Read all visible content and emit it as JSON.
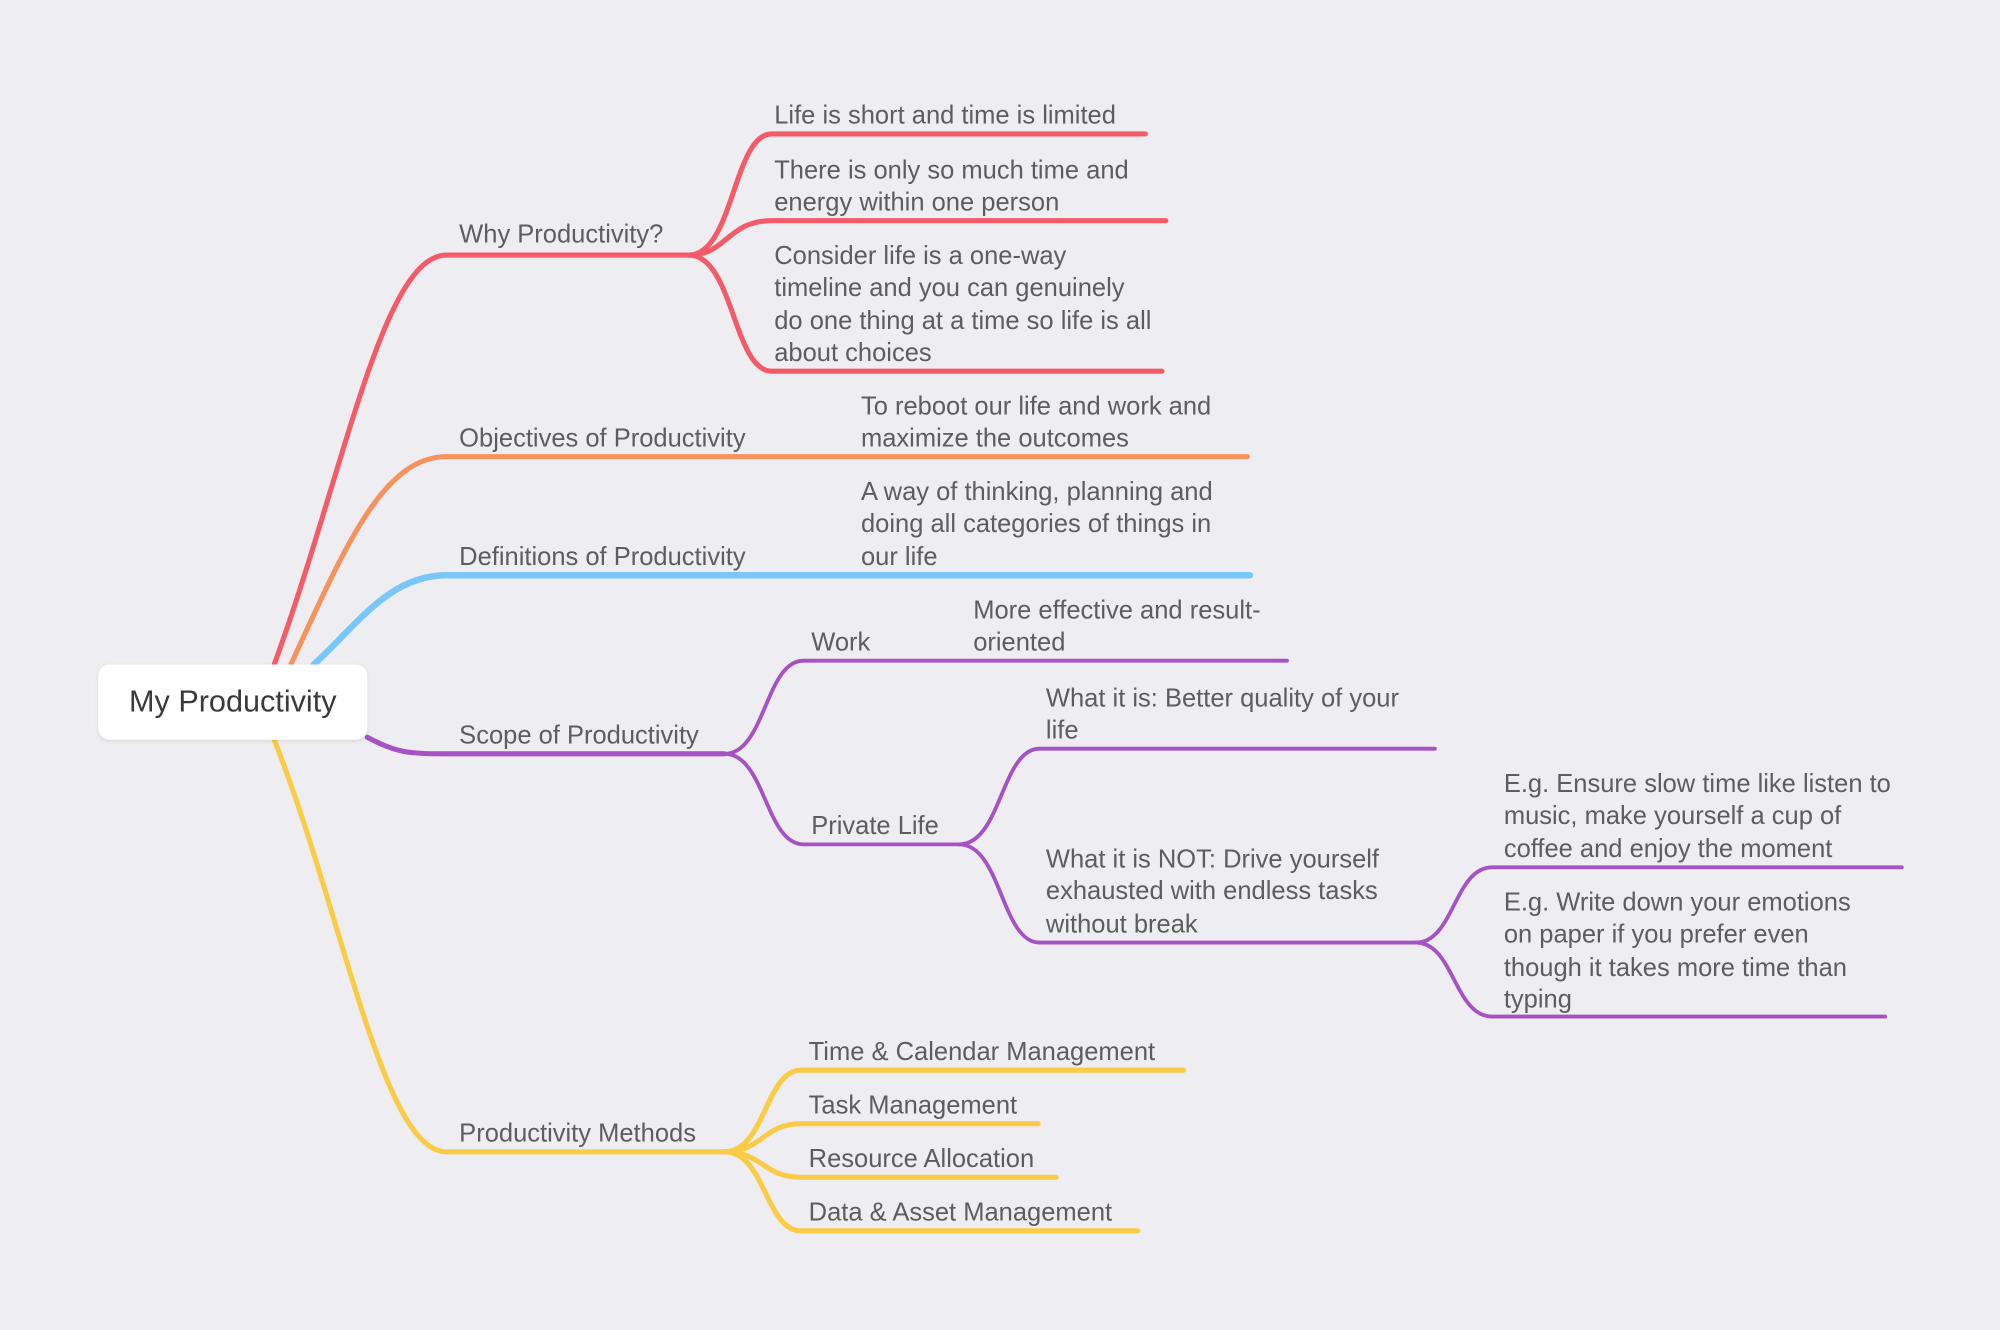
{
  "root": {
    "label": "My Productivity"
  },
  "colors": {
    "background": "#eeedf1",
    "red": "#f45b69",
    "orange": "#f7925c",
    "blue": "#79c6f7",
    "purple": "#a651c4",
    "yellow": "#fbcb45"
  },
  "branches": {
    "why": {
      "label": "Why Productivity?",
      "items": [
        "Life is short and time is limited",
        "There is only so much time and energy within one person",
        "Consider life is a one-way timeline and you can genuinely do one thing at a time so life is all about choices"
      ]
    },
    "objectives": {
      "label": "Objectives of Productivity",
      "items": [
        "To reboot our life and work and maximize the outcomes"
      ]
    },
    "definitions": {
      "label": "Definitions of Productivity",
      "items": [
        "A way of thinking, planning and doing all categories of things in our life"
      ]
    },
    "scope": {
      "label": "Scope of Productivity",
      "work": {
        "label": "Work",
        "items": [
          "More effective and result-oriented"
        ]
      },
      "private": {
        "label": "Private Life",
        "is": "What it is: Better quality of your life",
        "is_not": "What it is NOT: Drive yourself exhausted with endless tasks without break",
        "examples": [
          "E.g. Ensure slow time like listen to music, make yourself a cup of coffee and enjoy the moment",
          "E.g. Write down your emotions on paper if you prefer even though it takes more time than typing"
        ]
      }
    },
    "methods": {
      "label": "Productivity Methods",
      "items": [
        "Time & Calendar Management",
        "Task Management",
        "Resource Allocation",
        "Data & Asset Management"
      ]
    }
  }
}
